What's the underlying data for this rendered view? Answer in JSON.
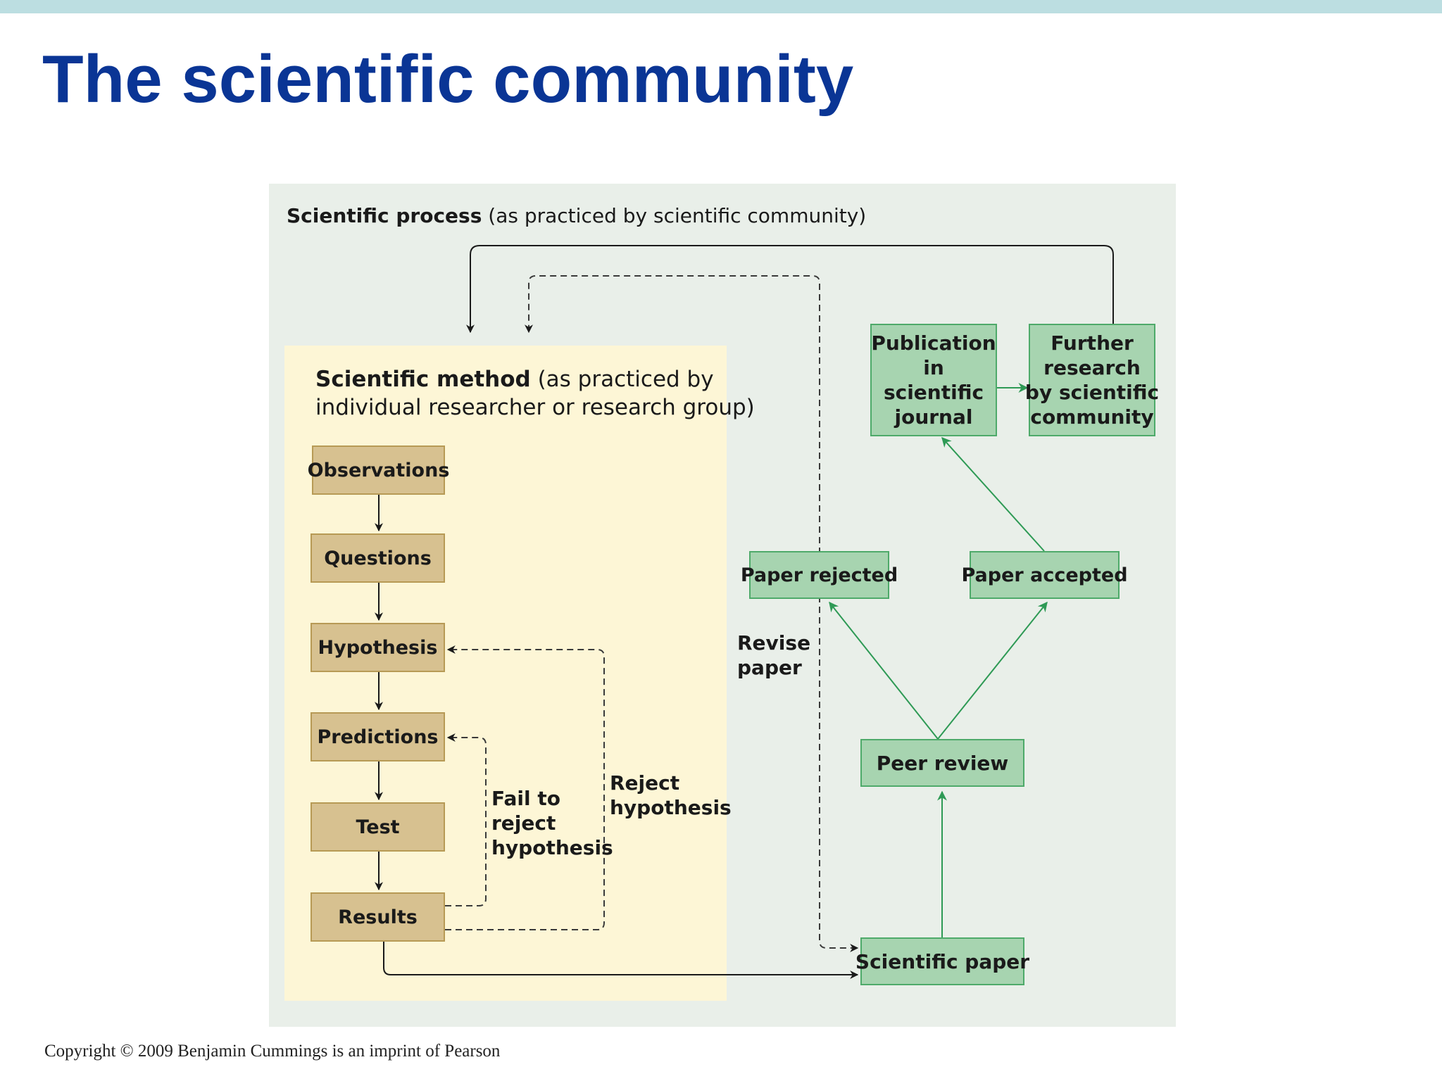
{
  "slide": {
    "title": "The scientific community",
    "copyright": "Copyright © 2009 Benjamin Cummings is an imprint of Pearson"
  },
  "diagram": {
    "process_caption_bold": "Scientific process",
    "process_caption_rest": " (as practiced by scientific community)",
    "method_caption_bold": "Scientific method",
    "method_caption_rest_1": " (as practiced by",
    "method_caption_line_2": "individual researcher or research group)",
    "method_steps": {
      "observations": "Observations",
      "questions": "Questions",
      "hypothesis": "Hypothesis",
      "predictions": "Predictions",
      "test": "Test",
      "results": "Results"
    },
    "loop_labels": {
      "fail_to_reject": [
        "Fail to",
        "reject",
        "hypothesis"
      ],
      "reject": [
        "Reject",
        "hypothesis"
      ]
    },
    "community_boxes": {
      "publication": [
        "Publication",
        "in",
        "scientific",
        "journal"
      ],
      "further_research": [
        "Further",
        "research",
        "by scientific",
        "community"
      ],
      "paper_rejected": "Paper rejected",
      "paper_accepted": "Paper accepted",
      "peer_review": "Peer review",
      "scientific_paper": "Scientific paper"
    },
    "revise_label": [
      "Revise",
      "paper"
    ],
    "colors": {
      "title_blue": "#0a3595",
      "method_box_fill": "#d7c190",
      "community_box_fill": "#a7d4b0",
      "community_arrow": "#2e9a55",
      "method_panel": "#fdf6d6",
      "process_panel": "#e9efe9"
    }
  }
}
